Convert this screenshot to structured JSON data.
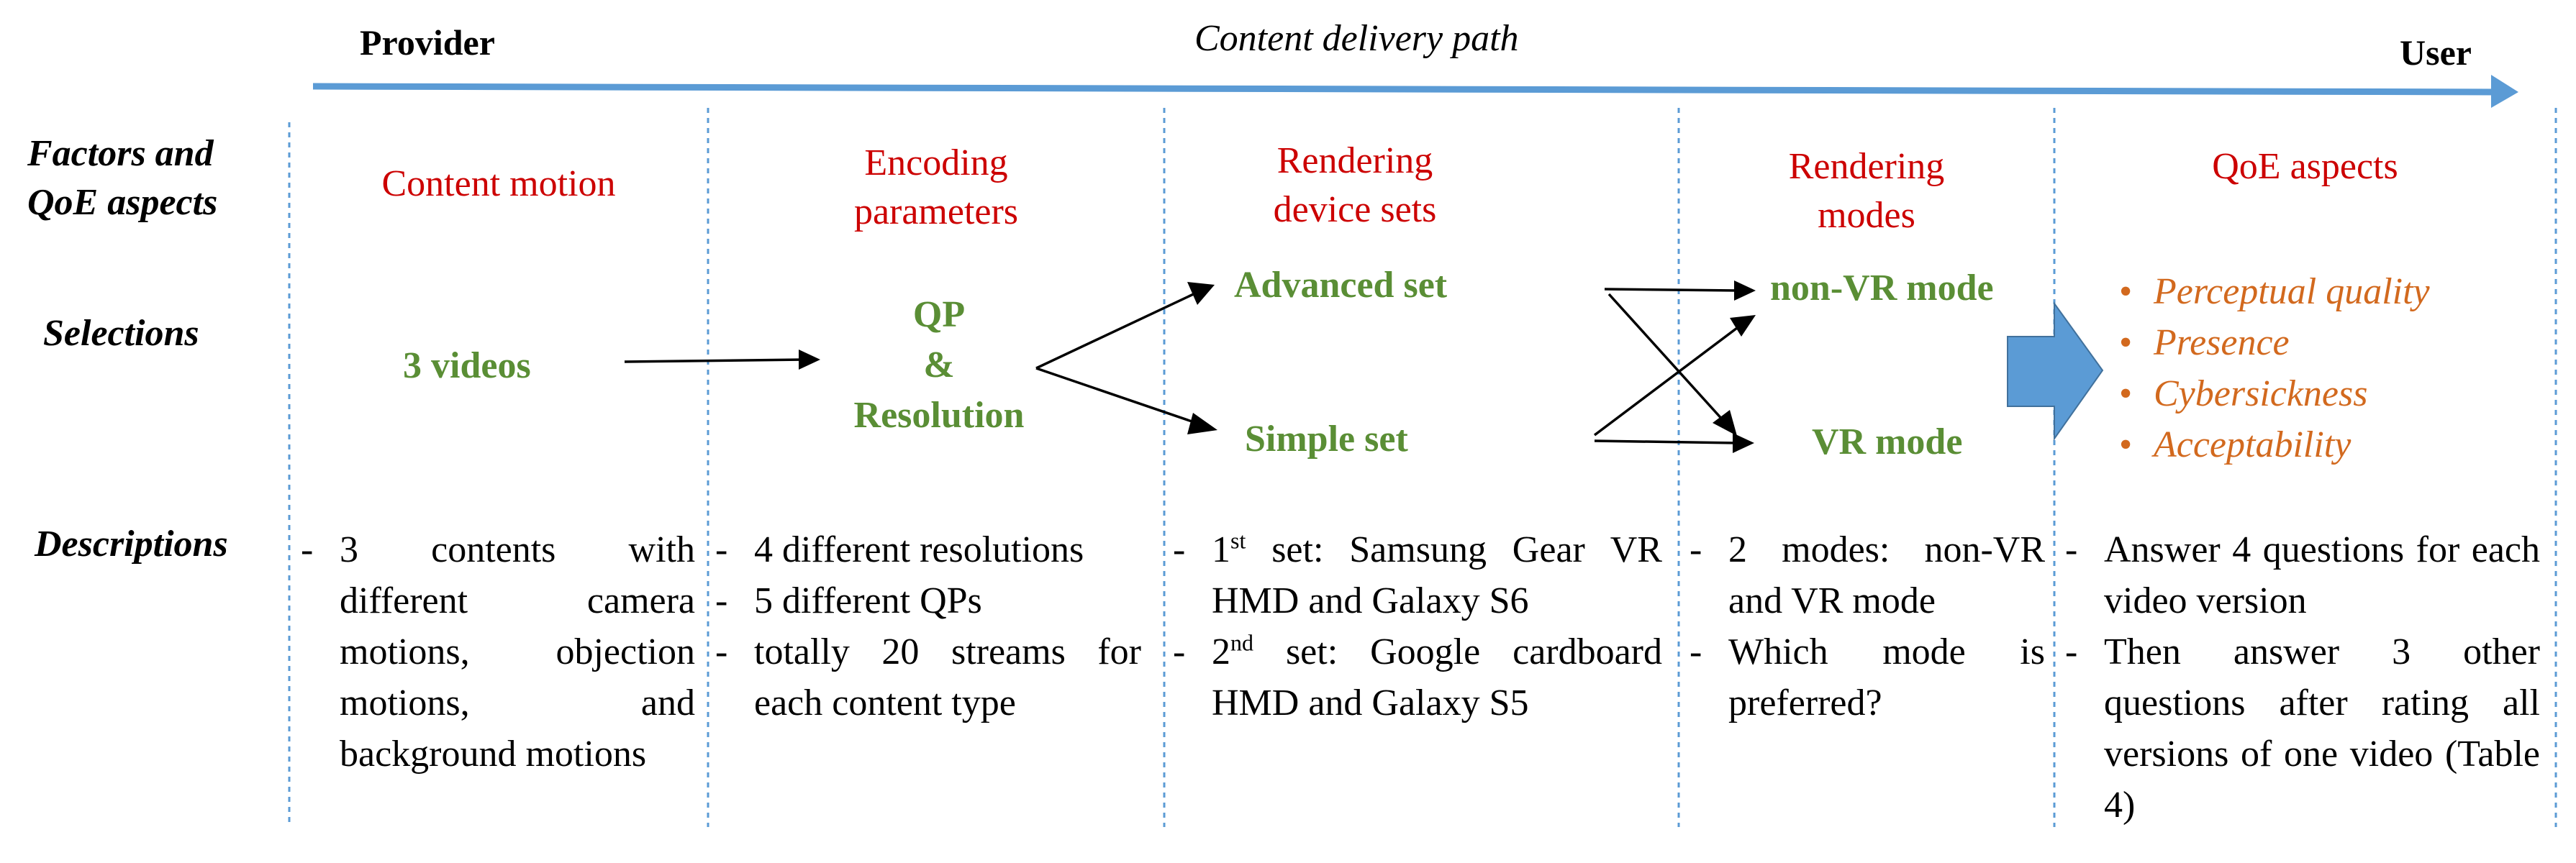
{
  "header": {
    "provider": "Provider",
    "path_label": "Content delivery path",
    "user": "User"
  },
  "row_labels": {
    "factors": [
      "Factors and",
      "QoE aspects"
    ],
    "selections": "Selections",
    "descriptions": "Descriptions"
  },
  "columns": [
    {
      "heading": [
        "Content motion"
      ],
      "selection": [
        "3 videos"
      ],
      "description": [
        {
          "text": "3 contents with different camera motions, objection motions, and background motions"
        }
      ]
    },
    {
      "heading": [
        "Encoding",
        "parameters"
      ],
      "selection": [
        "QP",
        "&",
        "Resolution"
      ],
      "description": [
        {
          "text": "4 different resolutions"
        },
        {
          "text": "5 different QPs"
        },
        {
          "text": "totally 20 streams for each content type"
        }
      ]
    },
    {
      "heading": [
        "Rendering",
        "device sets"
      ],
      "selection": [
        "Advanced set",
        "Simple set"
      ],
      "description": [
        {
          "ord": "1",
          "sup": "st",
          "text": " set: Samsung Gear VR HMD and Galaxy S6"
        },
        {
          "ord": "2",
          "sup": "nd",
          "text": " set: Google cardboard HMD and Galaxy S5"
        }
      ]
    },
    {
      "heading": [
        "Rendering",
        "modes"
      ],
      "selection": [
        "non-VR mode",
        "VR mode"
      ],
      "description": [
        {
          "text": "2 modes: non-VR and VR mode"
        },
        {
          "text": "Which mode is preferred?"
        }
      ]
    },
    {
      "heading": [
        "QoE aspects"
      ],
      "qoe_aspects": [
        "Perceptual quality",
        "Presence",
        "Cybersickness",
        "Acceptability"
      ],
      "description": [
        {
          "text": "Answer 4 questions for each video version"
        },
        {
          "text": "Then answer 3 other questions after rating all versions of one video (Table 4)"
        }
      ]
    }
  ],
  "colors": {
    "heading": "#cc0000",
    "selection": "#5a8e35",
    "qoe": "#d2691e",
    "arrow": "#5b9bd5"
  }
}
